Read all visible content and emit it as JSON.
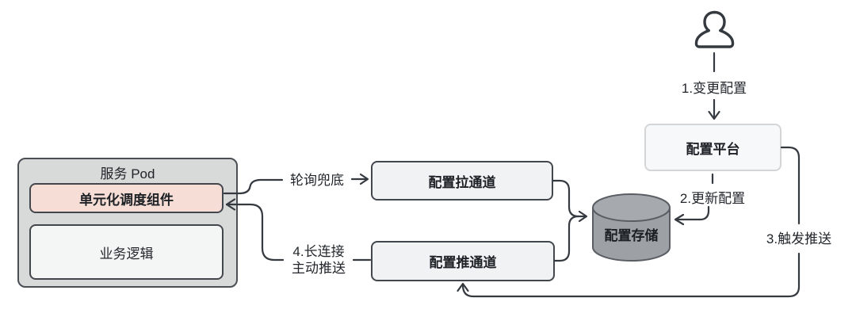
{
  "pod": {
    "title": "服务 Pod",
    "unit_component": "单元化调度组件",
    "business_logic": "业务逻辑"
  },
  "channels": {
    "pull_label": "配置拉通道",
    "push_label": "配置推通道"
  },
  "storage_label": "配置存储",
  "platform_label": "配置平台",
  "actor_icon": "user-icon",
  "flows": {
    "step1": "1.变更配置",
    "step2": "2.更新配置",
    "step3": "3.触发推送",
    "step4_line1": "4.长连接",
    "step4_line2": "主动推送",
    "polling_fallback": "轮询兜底"
  },
  "colors": {
    "pod_fill": "#d8d9d9",
    "unit_fill": "#f6ded6",
    "channel_fill": "#f1f2f3",
    "platform_fill": "#f7f8f9",
    "cylinder_fill": "#9da0a5",
    "cylinder_top_fill": "#a6a9ae",
    "cylinder_stroke": "#5a5e64",
    "line": "#353a40",
    "dark_border": "#42474d",
    "light_border": "#d3d5d7",
    "text": "#23272c"
  }
}
